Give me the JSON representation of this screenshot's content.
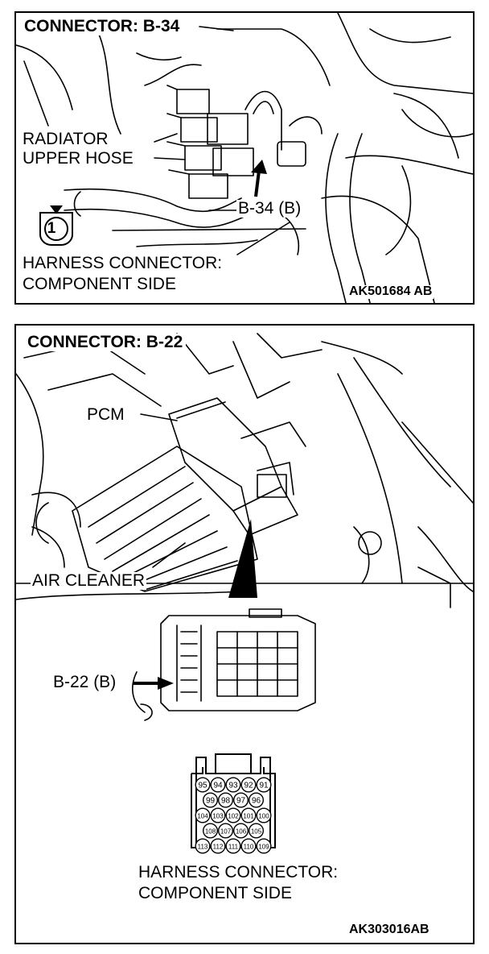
{
  "top": {
    "title": "CONNECTOR: B-34",
    "label_radiator_1": "RADIATOR",
    "label_radiator_2": "UPPER HOSE",
    "label_connector": "B-34 (B)",
    "pin_number": "1",
    "harness_1": "HARNESS CONNECTOR:",
    "harness_2": "COMPONENT SIDE",
    "code": "AK501684 AB"
  },
  "bottom": {
    "title": "CONNECTOR: B-22",
    "label_pcm": "PCM",
    "label_air_cleaner": "AIR CLEANER",
    "label_connector": "B-22 (B)",
    "pin_rows": [
      [
        "95",
        "94",
        "93",
        "92",
        "91"
      ],
      [
        "99",
        "98",
        "97",
        "96"
      ],
      [
        "104",
        "103",
        "102",
        "101",
        "100"
      ],
      [
        "108",
        "107",
        "106",
        "105"
      ],
      [
        "113",
        "112",
        "111",
        "110",
        "109"
      ]
    ],
    "harness_1": "HARNESS CONNECTOR:",
    "harness_2": "COMPONENT SIDE",
    "code": "AK303016AB"
  }
}
